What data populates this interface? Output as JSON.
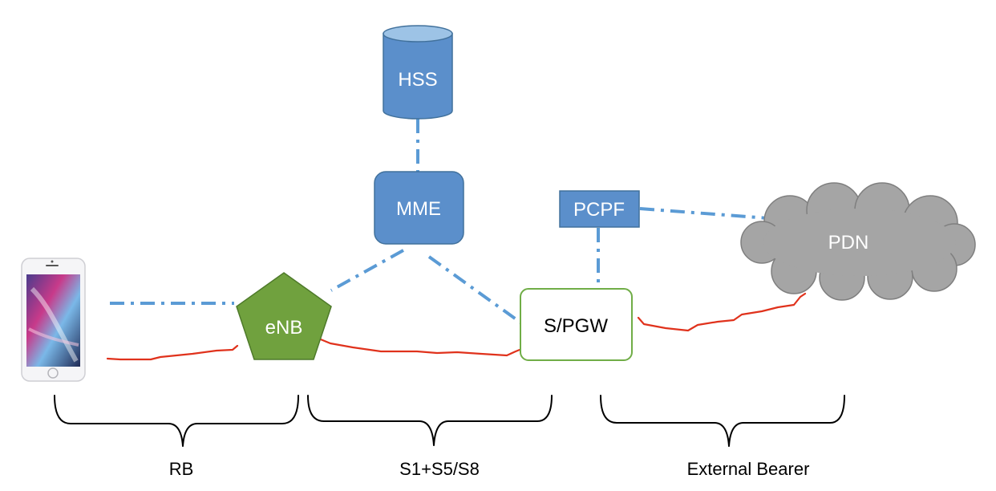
{
  "nodes": {
    "hss": "HSS",
    "mme": "MME",
    "pcpf": "PCPF",
    "pdn": "PDN",
    "enb": "eNB",
    "spgw": "S/PGW"
  },
  "bearers": {
    "rb": "RB",
    "s1_s5_s8": "S1+S5/S8",
    "external": "External Bearer"
  },
  "colors": {
    "blue_fill": "#5B8FCB",
    "blue_top": "#9DC3E6",
    "blue_border": "#41719C",
    "green_fill": "#70A13E",
    "green_border": "#4E7A2A",
    "spgw_border": "#70AD47",
    "cloud_fill": "#A5A5A5",
    "cloud_border": "#7F7F7F",
    "signaling_line": "#5B9BD5",
    "bearer_line": "#E0321C",
    "text_light": "#ffffff",
    "text_dark": "#000000"
  },
  "icons": {
    "ue": "smartphone-icon",
    "hss": "database-cylinder-icon",
    "pdn": "cloud-icon"
  }
}
